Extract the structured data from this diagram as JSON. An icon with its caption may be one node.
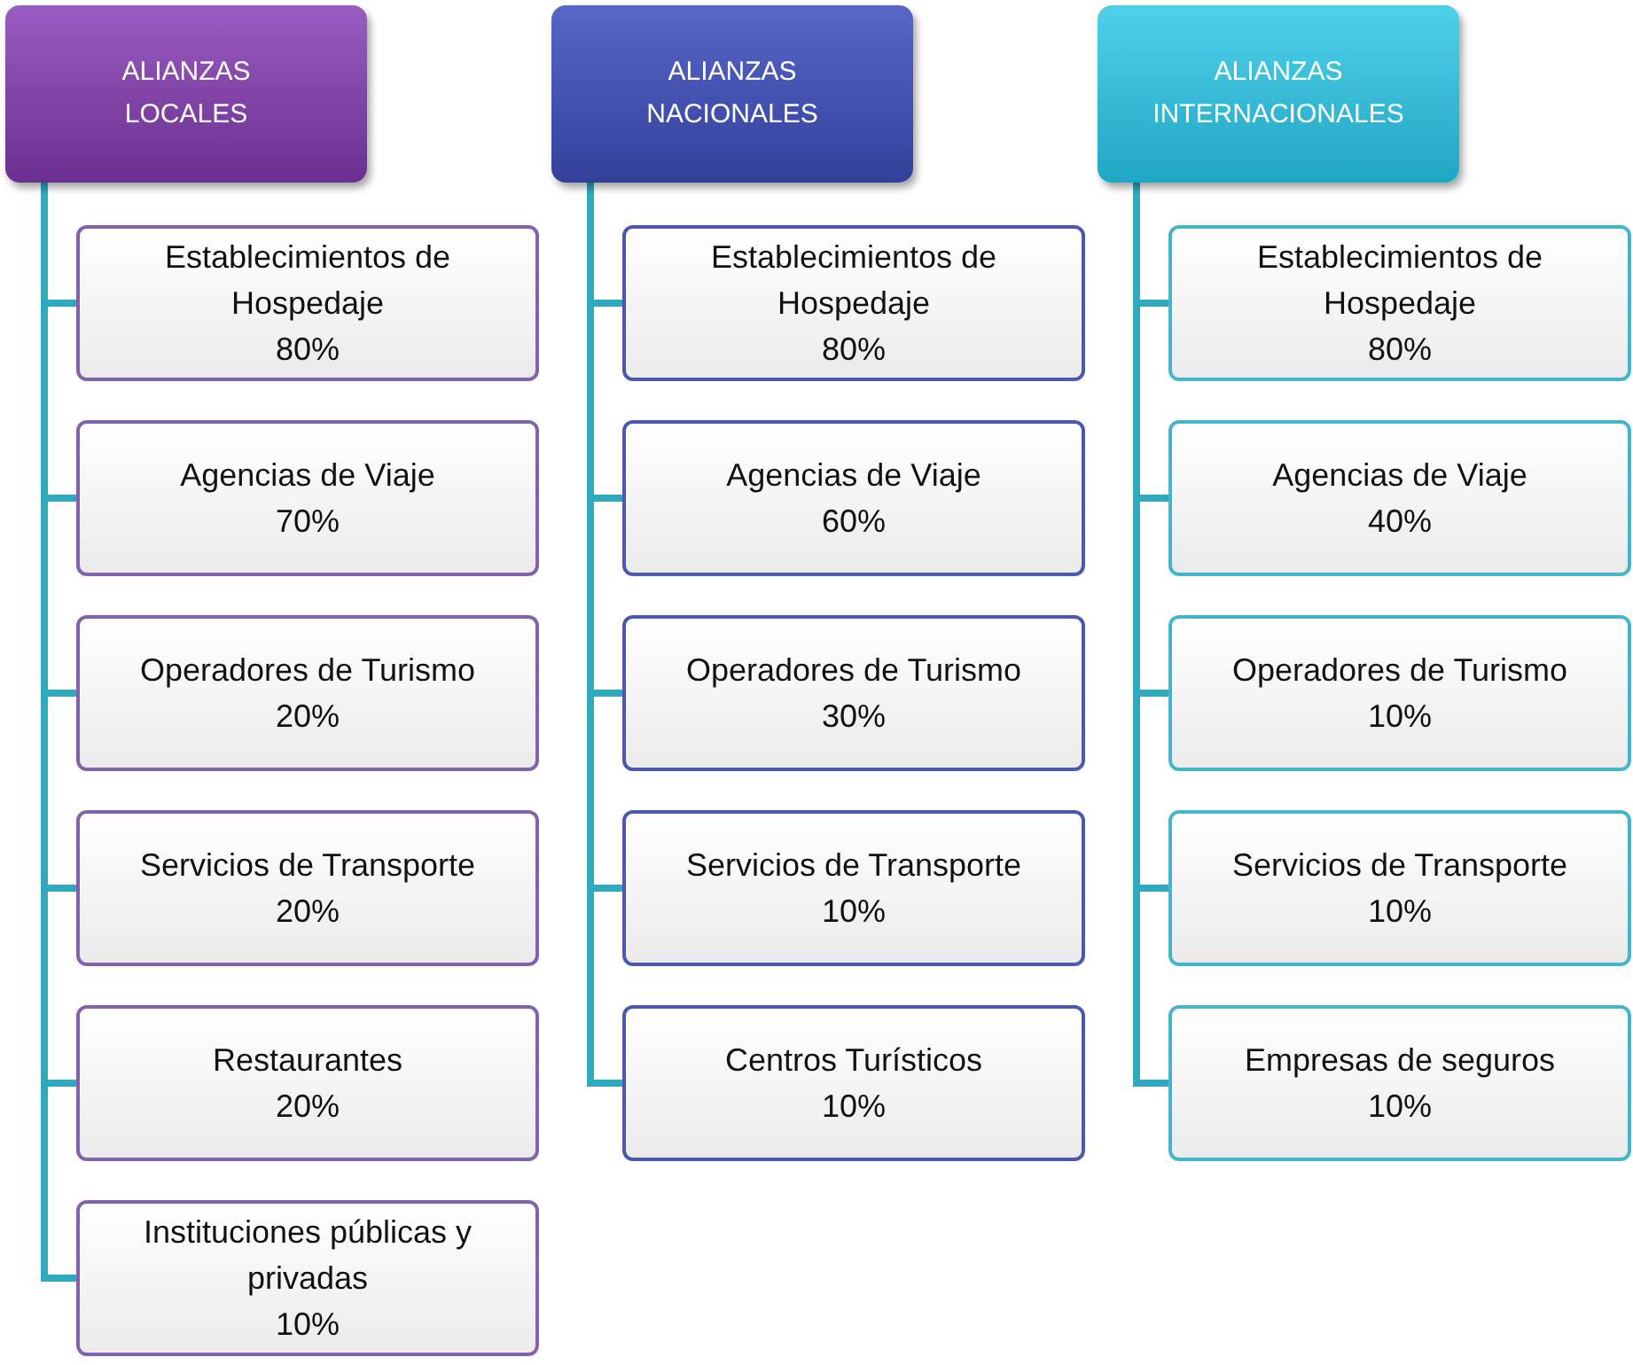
{
  "diagram": {
    "nodes": [
      {
        "text": [
          "ALIANZAS LOCALES"
        ]
      },
      {
        "text": [
          "Establecimientos de Hospedaje",
          "80%"
        ]
      },
      {
        "text": [
          "Agencias de Viaje",
          "70%"
        ]
      },
      {
        "text": [
          "Operadores de Turismo",
          "20%"
        ]
      },
      {
        "text": [
          "Servicios de Transporte",
          "20%"
        ]
      },
      {
        "text": [
          "Restaurantes",
          "20%"
        ]
      },
      {
        "text": [
          "Instituciones públicas y privadas",
          "10%"
        ]
      },
      {
        "text": [
          "ALIANZAS NACIONALES"
        ]
      },
      {
        "text": [
          "Establecimientos de Hospedaje",
          "80%"
        ]
      },
      {
        "text": [
          "Agencias de Viaje",
          "60%"
        ]
      },
      {
        "text": [
          "Operadores de Turismo",
          "30%"
        ]
      },
      {
        "text": [
          "Servicios de Transporte",
          "10%"
        ]
      },
      {
        "text": [
          "Centros Turísticos",
          "10%"
        ]
      },
      {
        "text": [
          "ALIANZAS INTERNACIONALES"
        ]
      },
      {
        "text": [
          "Establecimientos de Hospedaje",
          "80%"
        ]
      },
      {
        "text": [
          "Agencias de Viaje",
          "40%"
        ]
      },
      {
        "text": [
          "Operadores de Turismo",
          "10%"
        ]
      },
      {
        "text": [
          "Servicios de Transporte",
          "10%"
        ]
      },
      {
        "text": [
          "Empresas de seguros",
          "10%"
        ]
      }
    ],
    "edges": [
      {
        "from": 0,
        "to": 1,
        "arrow": "none"
      },
      {
        "from": 0,
        "to": 2,
        "arrow": "none"
      },
      {
        "from": 0,
        "to": 3,
        "arrow": "none"
      },
      {
        "from": 0,
        "to": 4,
        "arrow": "none"
      },
      {
        "from": 0,
        "to": 5,
        "arrow": "none"
      },
      {
        "from": 0,
        "to": 6,
        "arrow": "none"
      },
      {
        "from": 7,
        "to": 8,
        "arrow": "none"
      },
      {
        "from": 7,
        "to": 9,
        "arrow": "none"
      },
      {
        "from": 7,
        "to": 10,
        "arrow": "none"
      },
      {
        "from": 7,
        "to": 11,
        "arrow": "none"
      },
      {
        "from": 7,
        "to": 12,
        "arrow": "none"
      },
      {
        "from": 13,
        "to": 14,
        "arrow": "none"
      },
      {
        "from": 13,
        "to": 15,
        "arrow": "none"
      },
      {
        "from": 13,
        "to": 16,
        "arrow": "none"
      },
      {
        "from": 13,
        "to": 17,
        "arrow": "none"
      },
      {
        "from": 13,
        "to": 18,
        "arrow": "none"
      }
    ]
  }
}
